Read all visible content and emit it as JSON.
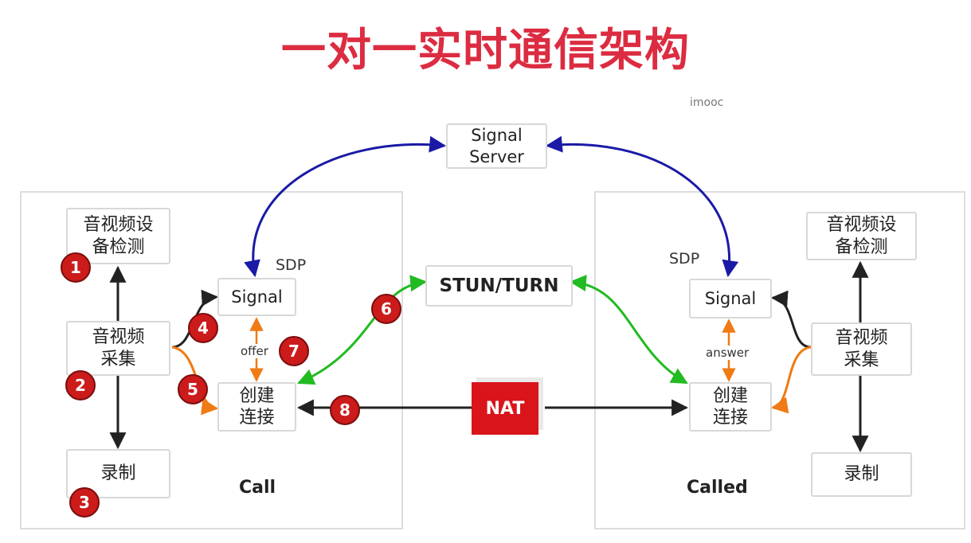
{
  "title": "一对一实时通信架构",
  "watermark": "imooc",
  "signal_server": {
    "line1": "Signal",
    "line2": "Server"
  },
  "stun_turn": "STUN/TURN",
  "nat": "NAT",
  "left": {
    "device_check": {
      "line1": "音视频设",
      "line2": "备检测"
    },
    "capture": {
      "line1": "音视频",
      "line2": "采集"
    },
    "record": "录制",
    "signal": "Signal",
    "connect": {
      "line1": "创建",
      "line2": "连接"
    },
    "sdp": "SDP",
    "offer": "offer",
    "panel_label": "Call"
  },
  "right": {
    "device_check": {
      "line1": "音视频设",
      "line2": "备检测"
    },
    "capture": {
      "line1": "音视频",
      "line2": "采集"
    },
    "record": "录制",
    "signal": "Signal",
    "connect": {
      "line1": "创建",
      "line2": "连接"
    },
    "sdp": "SDP",
    "answer": "answer",
    "panel_label": "Called"
  },
  "steps": [
    "1",
    "2",
    "3",
    "4",
    "5",
    "6",
    "7",
    "8"
  ],
  "colors": {
    "title": "#dc2c41",
    "signal_arrow": "#1a1aa6",
    "stun_arrow": "#22bb22",
    "sdp_arrow": "#f07a14",
    "nat": "#d9141b",
    "badge": "#cc1b1b",
    "black_arrow": "#222222"
  }
}
